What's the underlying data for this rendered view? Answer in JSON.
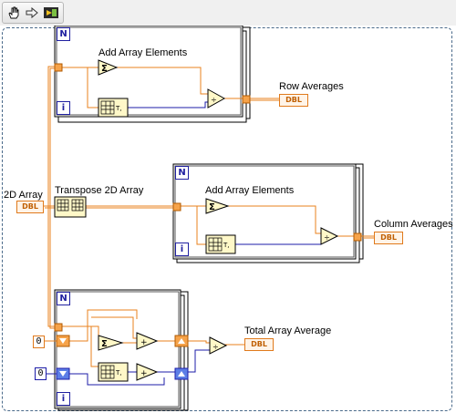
{
  "toolbar": {
    "tools": [
      {
        "icon": "hand-icon"
      },
      {
        "icon": "arrow-right-icon"
      },
      {
        "icon": "run-highlight-icon"
      }
    ]
  },
  "loops": {
    "count_symbol": "N",
    "iteration_symbol": "i"
  },
  "labels": {
    "add_array_elements_1": "Add Array Elements",
    "row_averages": "Row Averages",
    "two_d_array": "2D Array",
    "transpose_2d_array": "Transpose 2D Array",
    "add_array_elements_2": "Add Array Elements",
    "column_averages": "Column Averages",
    "total_array_average": "Total Array Average"
  },
  "terminals": {
    "dbl_text": "DBL"
  },
  "constants": {
    "orange_zero": "0",
    "blue_zero": "0"
  },
  "colors": {
    "wire_orange": "#e8821e",
    "wire_blue": "#1c1ca8",
    "frame": "#4a6a8a"
  }
}
